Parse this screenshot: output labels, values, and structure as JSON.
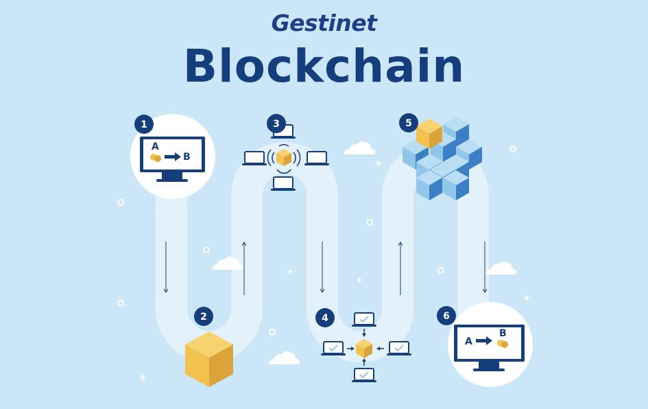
{
  "brand": {
    "logo_text": "Gestinet"
  },
  "title": "Blockchain",
  "steps": [
    {
      "number": "1",
      "label_from": "A",
      "label_to": "B",
      "icon": "monitor-transaction-icon"
    },
    {
      "number": "2",
      "icon": "cube-block-icon"
    },
    {
      "number": "3",
      "icon": "broadcast-network-icon"
    },
    {
      "number": "4",
      "icon": "validation-network-icon"
    },
    {
      "number": "5",
      "icon": "chain-blocks-icon"
    },
    {
      "number": "6",
      "label_from": "A",
      "label_to": "B",
      "icon": "monitor-transaction-icon"
    }
  ],
  "colors": {
    "background": "#cbe6f7",
    "path": "#e3f1fb",
    "navy": "#153e7c",
    "cube_gold": "#f2c14e",
    "cube_blue": "#8fc6ea",
    "accent_orange": "#e2672b"
  }
}
